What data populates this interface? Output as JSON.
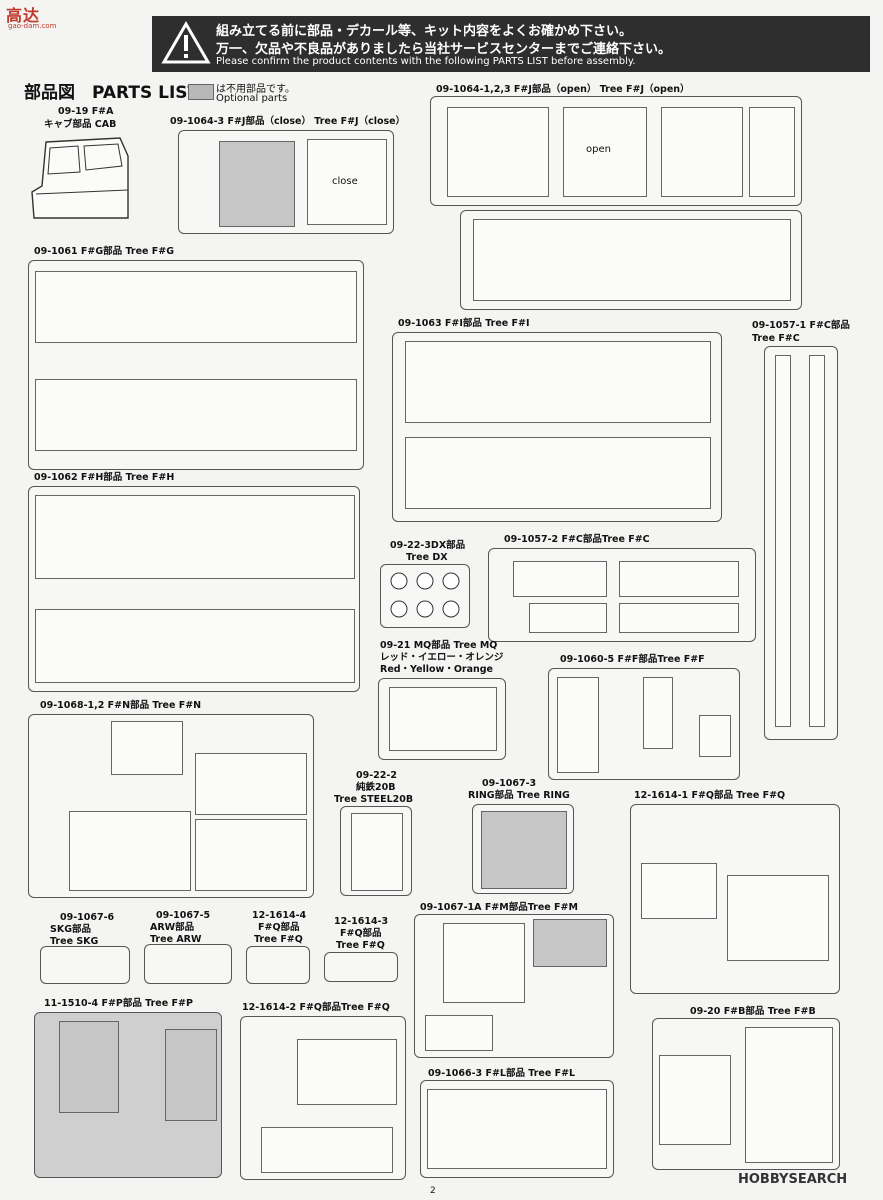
{
  "logo": {
    "text": "高达",
    "sub": "gao-dam.com"
  },
  "header": {
    "line1": "組み立てる前に部品・デカール等、キット内容をよくお確かめ下さい。",
    "line2": "万一、欠品や不良品がありましたら当社サービスセンターまでご連絡下さい。",
    "line3": "Please confirm the product contents with the following PARTS LIST before assembly."
  },
  "title": "部品図　PARTS LIST",
  "optional": {
    "jp": "は不用部品です。",
    "en": "Optional parts"
  },
  "trees": {
    "cab1": "09-19 F#A",
    "cab2": "キャブ部品 CAB",
    "fjclose": "09-1064-3 F#J部品（close） Tree F#J（close）",
    "close_text": "close",
    "fjopen": "09-1064-1,2,3 F#J部品（open） Tree F#J（open）",
    "open_text": "open",
    "fg": "09-1061 F#G部品 Tree F#G",
    "fi": "09-1063 F#I部品 Tree F#I",
    "fc1a": "09-1057-1 F#C部品",
    "fc1b": "Tree F#C",
    "fh": "09-1062 F#H部品 Tree F#H",
    "dx1": "09-22-3DX部品",
    "dx2": "Tree DX",
    "fc2": "09-1057-2 F#C部品Tree F#C",
    "mq1": "09-21 MQ部品 Tree MQ",
    "mq2": "レッド・イエロー・オレンジ",
    "mq3": "Red・Yellow・Orange",
    "ff": "09-1060-5 F#F部品Tree F#F",
    "fn": "09-1068-1,2 F#N部品 Tree F#N",
    "steel1": "09-22-2",
    "steel2": "純鉄20B",
    "steel3": "Tree STEEL20B",
    "ring1": "09-1067-3",
    "ring2": "RING部品 Tree RING",
    "fq1": "12-1614-1 F#Q部品 Tree F#Q",
    "skg1": "09-1067-6",
    "skg2": "SKG部品",
    "skg3": "Tree SKG",
    "arw1": "09-1067-5",
    "arw2": "ARW部品",
    "arw3": "Tree ARW",
    "fq4a": "12-1614-4",
    "fq4b": "F#Q部品",
    "fq4c": "Tree F#Q",
    "fq3a": "12-1614-3",
    "fq3b": "F#Q部品",
    "fq3c": "Tree F#Q",
    "fm": "09-1067-1A F#M部品Tree F#M",
    "fp": "11-1510-4 F#P部品 Tree F#P",
    "fq2": "12-1614-2 F#Q部品Tree F#Q",
    "fb": "09-20 F#B部品 Tree F#B",
    "fl": "09-1066-3 F#L部品 Tree F#L"
  },
  "page_number": "2",
  "watermark": "HOBBYSEARCH"
}
